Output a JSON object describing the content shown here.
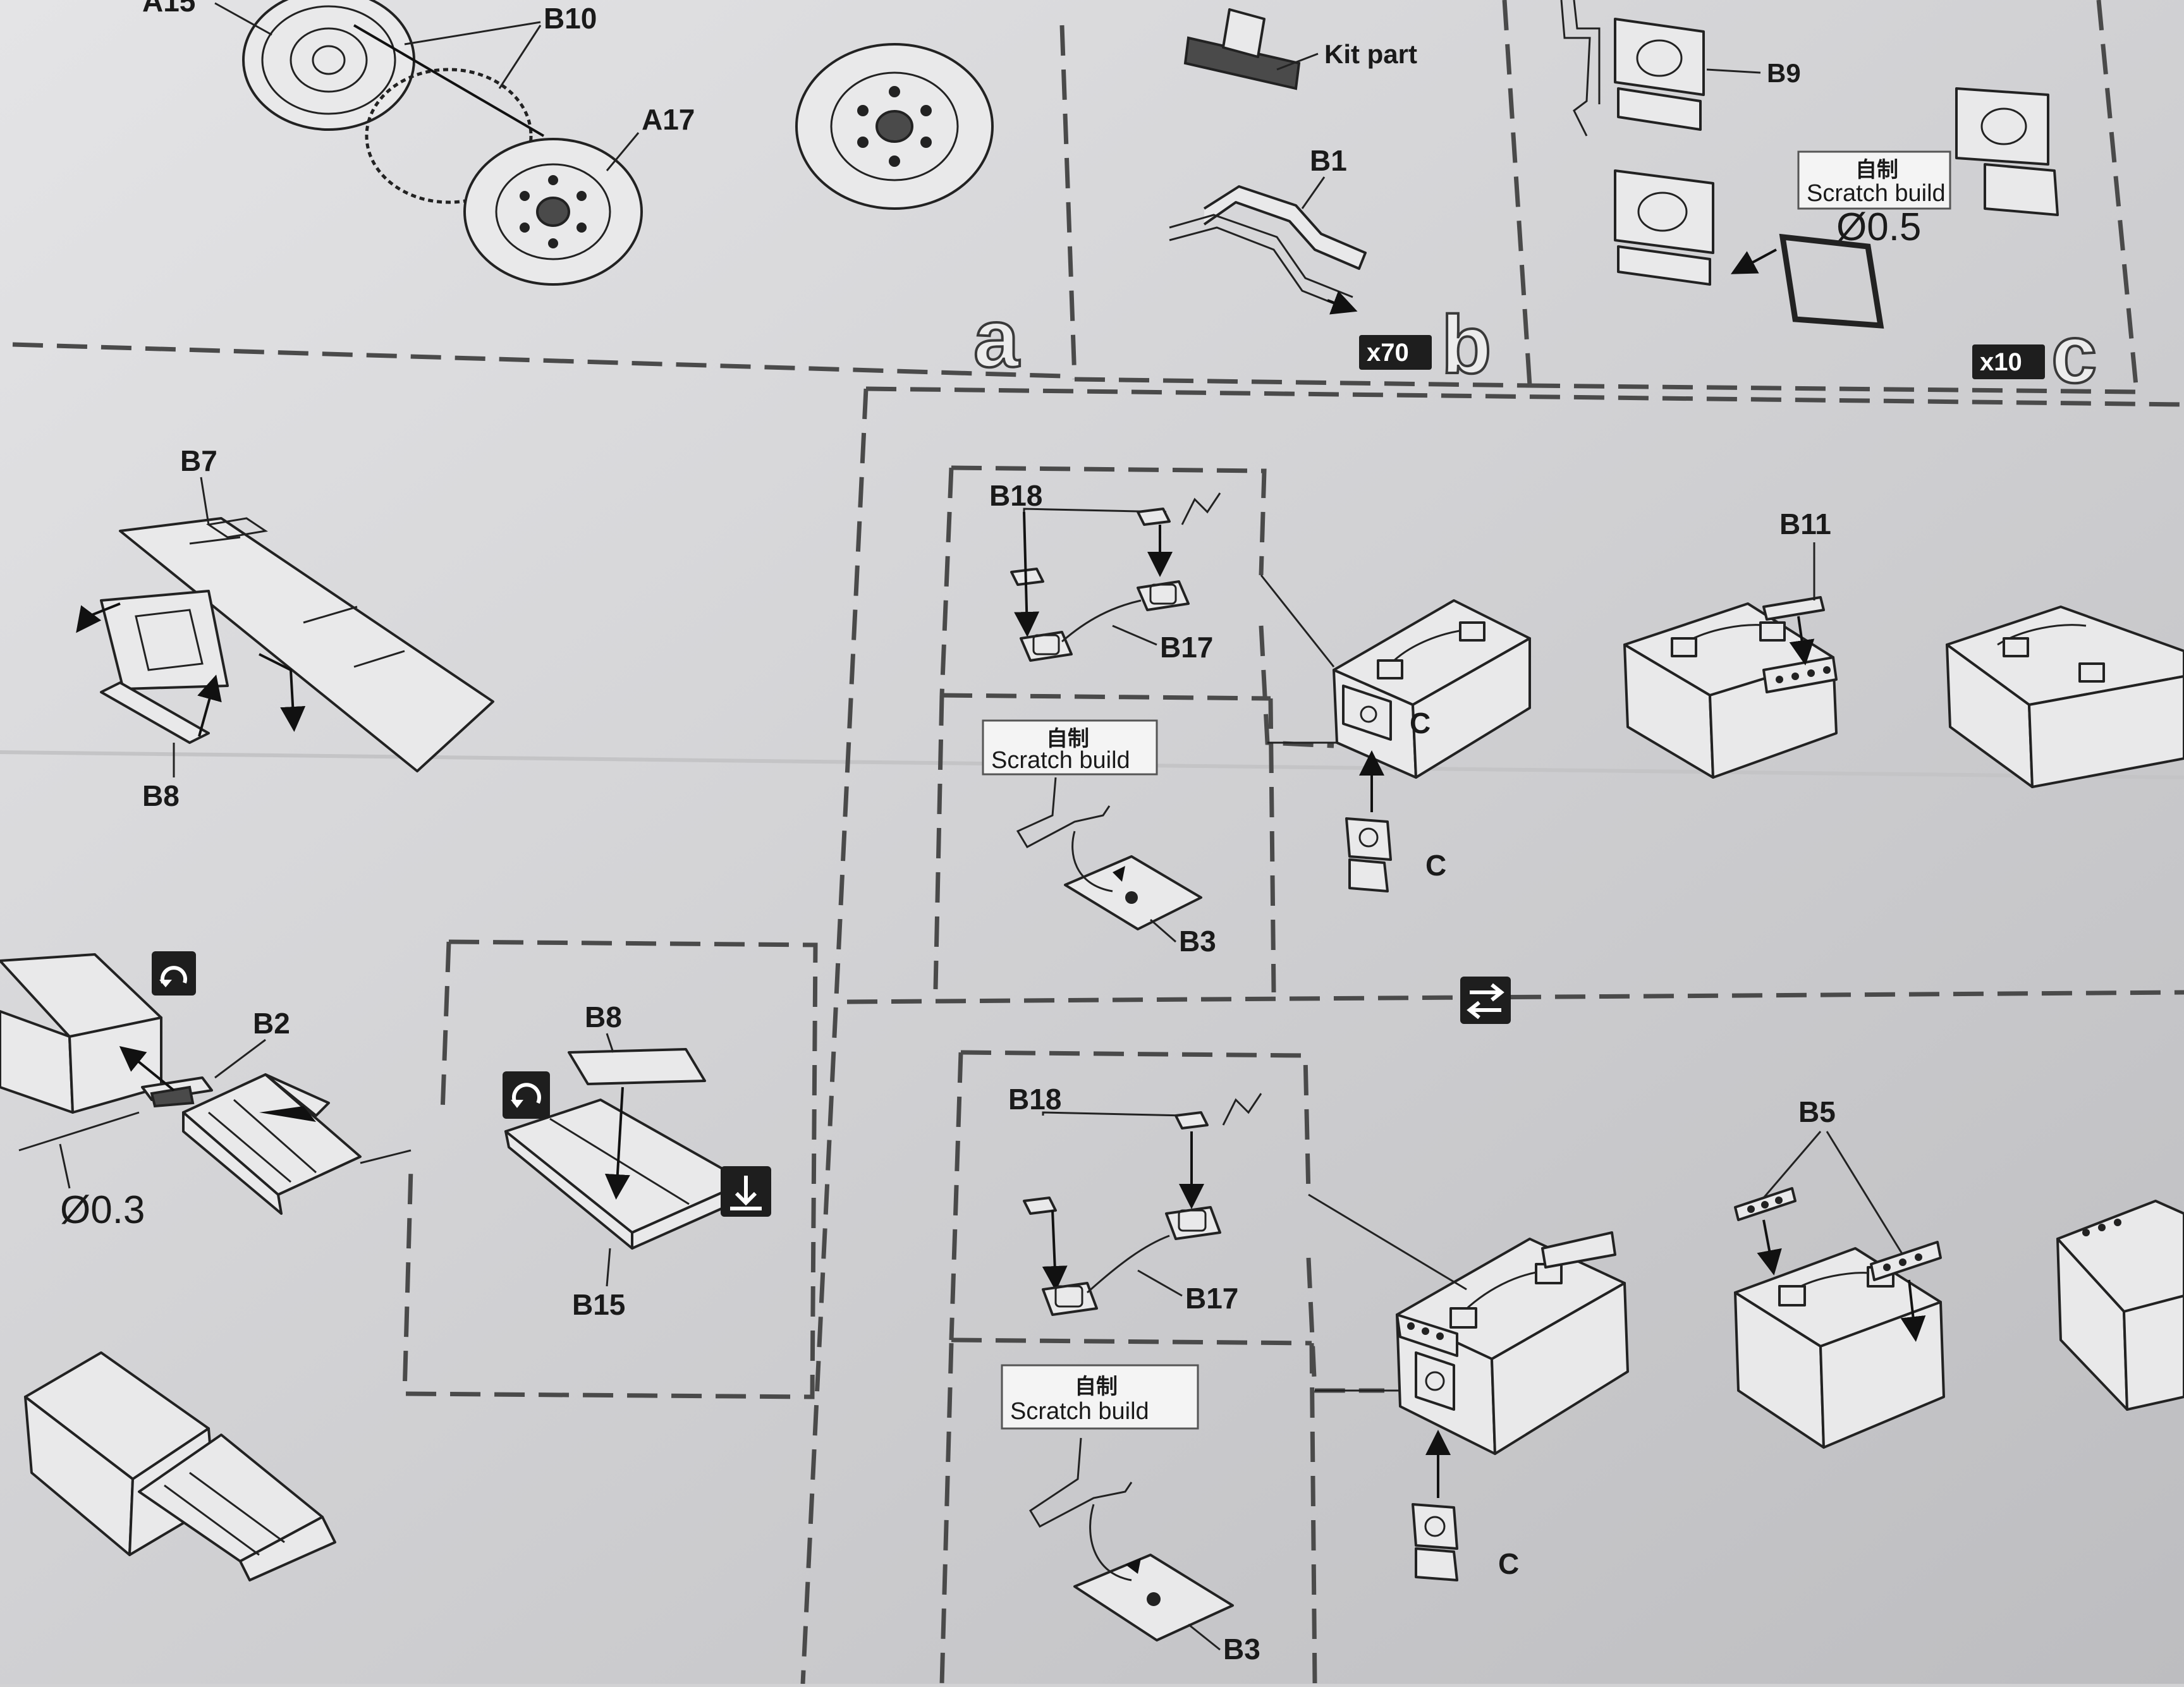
{
  "labels": {
    "a15": "A15",
    "b10": "B10",
    "a17": "A17",
    "kit_part": "Kit part",
    "b1": "B1",
    "b9": "B9",
    "scratch_build_cn": "自制",
    "scratch_build_en": "Scratch build",
    "dia_05": "Ø0.5",
    "b7": "B7",
    "b8": "B8",
    "b18": "B18",
    "b17": "B17",
    "b11": "B11",
    "b3": "B3",
    "c": "C",
    "b2": "B2",
    "dia_03": "Ø0.3",
    "b15": "B15",
    "b5": "B5"
  },
  "steps": {
    "a": "a",
    "b": "b",
    "c": "c"
  },
  "quantities": {
    "b": "x70",
    "c": "x10"
  },
  "icons": {
    "rotate": "rotate-icon",
    "flip": "flip-icon",
    "swap": "swap-arrows-icon",
    "attach": "attach-down-icon"
  }
}
